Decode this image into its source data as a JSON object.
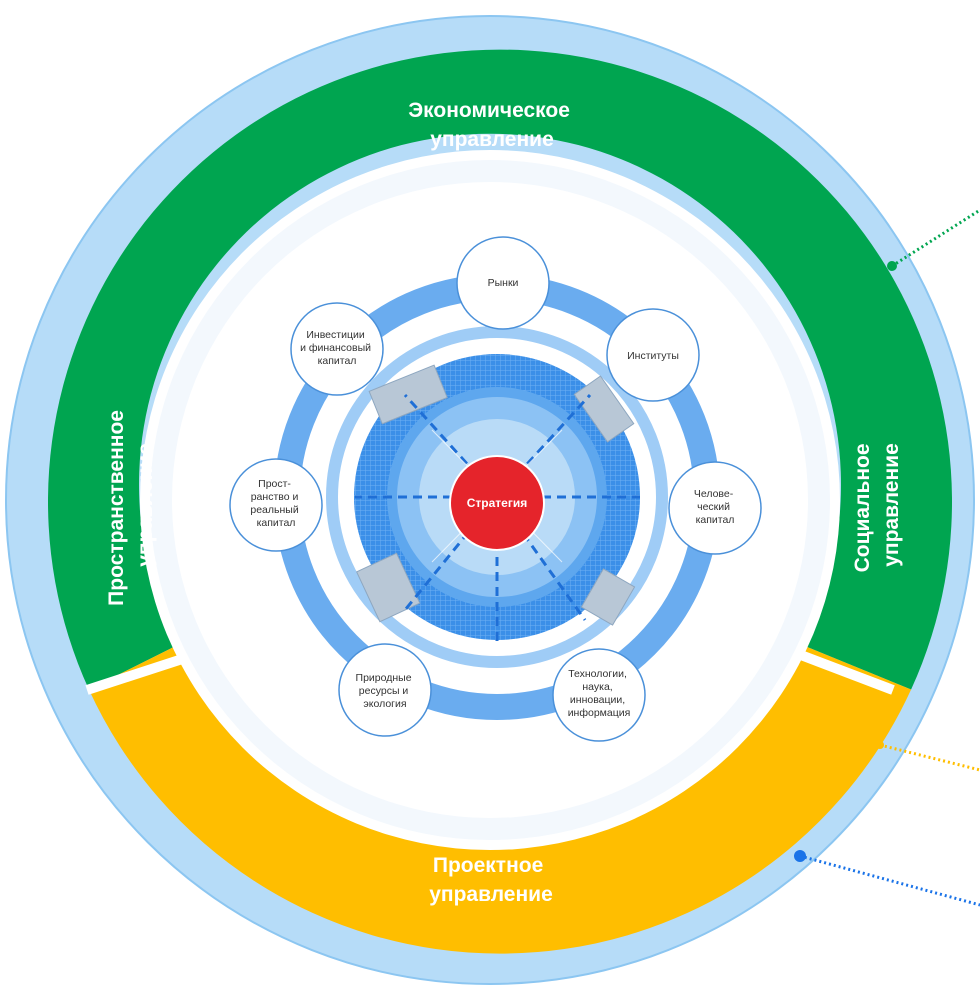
{
  "colors": {
    "outer_ring": "#b6dcf8",
    "outer_ring_edge": "#8cc6f1",
    "economic": "#00a550",
    "projects": "#ffbe00",
    "inner_rings": "#6aacef",
    "inner_dark": "#2e7fe0",
    "center": "#e5242b",
    "connector_green": "#00a550",
    "connector_orange": "#ffbe00",
    "connector_blue": "#1a73e8"
  },
  "sectors": {
    "economic": {
      "line1": "Экономическое",
      "line2": "управление"
    },
    "social": {
      "line1": "Социальное",
      "line2": "управление"
    },
    "spatial": {
      "line1": "Пространственное",
      "line2": "управление"
    },
    "project": {
      "line1": "Проектное",
      "line2": "управление"
    }
  },
  "nodes": {
    "markets": [
      "Рынки"
    ],
    "institutions": [
      "Институты"
    ],
    "human_capital": [
      "Челове-",
      "ческий",
      "капитал"
    ],
    "technology": [
      "Технологии,",
      "наука,",
      "инновации,",
      "информация"
    ],
    "natural_resources": [
      "Природные",
      "ресурсы и",
      "экология"
    ],
    "space_capital": [
      "Прост-",
      "ранство и",
      "реальный",
      "капитал"
    ],
    "investments": [
      "Инвестиции",
      "и финансовый",
      "капитал"
    ]
  },
  "center": {
    "label": "Стратегия"
  }
}
